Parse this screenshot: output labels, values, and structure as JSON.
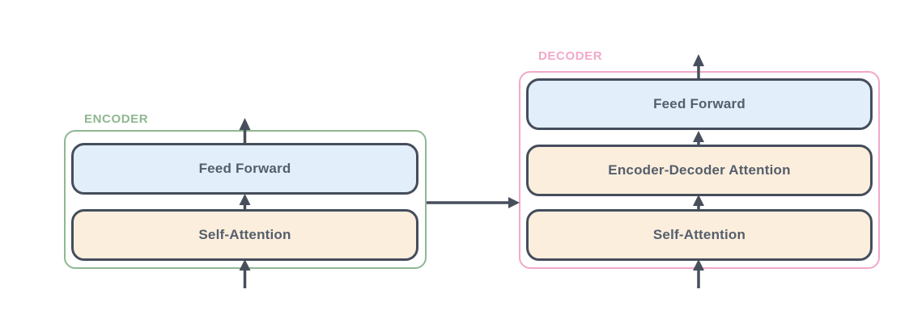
{
  "diagram": {
    "title": "transformer-encoder-decoder",
    "encoder": {
      "label": "ENCODER",
      "blocks": [
        {
          "label": "Feed Forward",
          "kind": "feed-forward"
        },
        {
          "label": "Self-Attention",
          "kind": "attention"
        }
      ]
    },
    "decoder": {
      "label": "DECODER",
      "blocks": [
        {
          "label": "Feed Forward",
          "kind": "feed-forward"
        },
        {
          "label": "Encoder-Decoder Attention",
          "kind": "attention"
        },
        {
          "label": "Self-Attention",
          "kind": "attention"
        }
      ]
    },
    "arrows": [
      "encoder-input-arrow",
      "encoder-self-attention-to-feed-forward-arrow",
      "encoder-output-arrow",
      "encoder-to-decoder-arrow",
      "decoder-input-arrow",
      "decoder-self-attention-to-encoder-decoder-attention-arrow",
      "decoder-encoder-decoder-attention-to-feed-forward-arrow",
      "decoder-output-arrow"
    ],
    "colors": {
      "encoder_accent": "#8fb791",
      "decoder_accent": "#f2a8c9",
      "feed_forward_fill": "#e2eefa",
      "attention_fill": "#fbeedc",
      "block_border": "#454d5c",
      "arrow_color": "#474f5c",
      "text_color": "#555e6c",
      "bg": "#ffffff"
    }
  }
}
